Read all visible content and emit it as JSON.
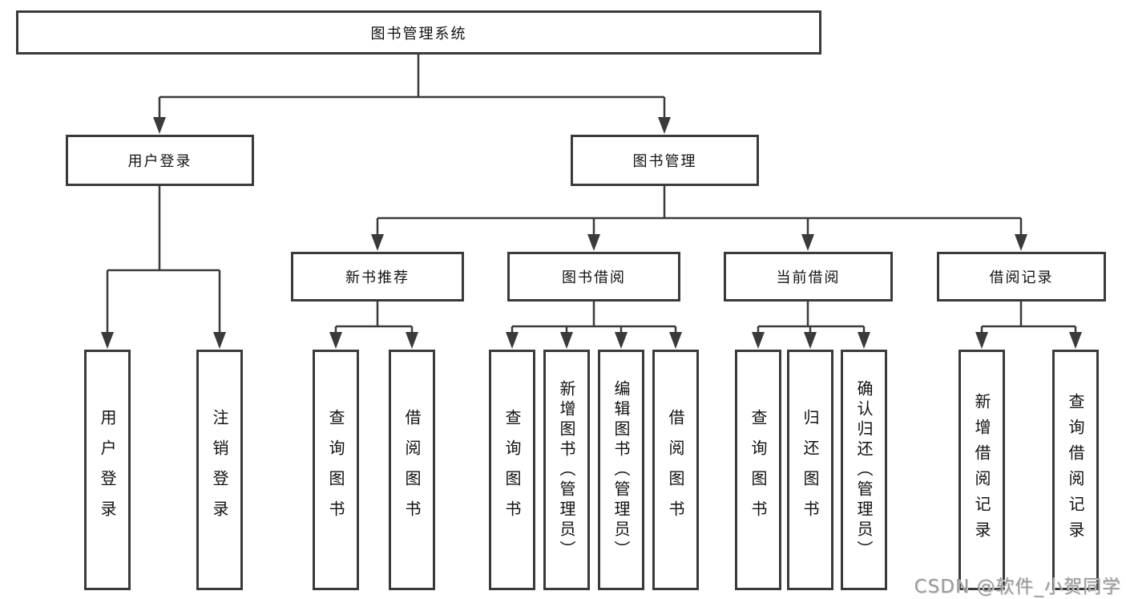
{
  "diagram": {
    "title": "图书管理系统",
    "nodes": {
      "root": "图书管理系统",
      "user_login": "用户登录",
      "book_management": "图书管理",
      "new_book_recommendation": "新书推荐",
      "book_borrowing": "图书借阅",
      "current_borrowing": "当前借阅",
      "borrowing_records": "借阅记录",
      "leaves": [
        "用户登录",
        "注销登录",
        "查询图书",
        "借阅图书",
        "查询图书",
        "新增图书（管理员）",
        "编辑图书（管理员）",
        "借阅图书",
        "查询图书",
        "归还图书",
        "确认归还（管理员）",
        "新增借阅记录",
        "查询借阅记录"
      ]
    },
    "edges": [
      {
        "from": "root",
        "to": "user_login"
      },
      {
        "from": "root",
        "to": "book_management"
      },
      {
        "from": "user_login",
        "to": "用户登录"
      },
      {
        "from": "user_login",
        "to": "注销登录"
      },
      {
        "from": "book_management",
        "to": "new_book_recommendation"
      },
      {
        "from": "book_management",
        "to": "book_borrowing"
      },
      {
        "from": "book_management",
        "to": "current_borrowing"
      },
      {
        "from": "book_management",
        "to": "borrowing_records"
      },
      {
        "from": "new_book_recommendation",
        "to": "查询图书"
      },
      {
        "from": "new_book_recommendation",
        "to": "借阅图书"
      },
      {
        "from": "book_borrowing",
        "to": "查询图书"
      },
      {
        "from": "book_borrowing",
        "to": "新增图书（管理员）"
      },
      {
        "from": "book_borrowing",
        "to": "编辑图书（管理员）"
      },
      {
        "from": "book_borrowing",
        "to": "借阅图书"
      },
      {
        "from": "current_borrowing",
        "to": "查询图书"
      },
      {
        "from": "current_borrowing",
        "to": "归还图书"
      },
      {
        "from": "current_borrowing",
        "to": "确认归还（管理员）"
      },
      {
        "from": "borrowing_records",
        "to": "新增借阅记录"
      },
      {
        "from": "borrowing_records",
        "to": "查询借阅记录"
      }
    ]
  },
  "watermark": "CSDN @软件_小贺同学",
  "colors": {
    "line": "#3a3a3a",
    "box_border": "#3a3a3a",
    "text": "#111111",
    "watermark": "#9a9a9a",
    "background": "#ffffff"
  }
}
